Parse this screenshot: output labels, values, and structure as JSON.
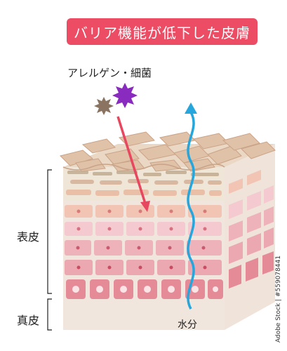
{
  "title": "バリア機能が低下した皮膚",
  "labels": {
    "allergens": "アレルゲン・細菌",
    "epidermis": "表皮",
    "dermis": "真皮",
    "water": "水分"
  },
  "watermark": "Adobe Stock | #559078441",
  "colors": {
    "title_bg": "#ec4c64",
    "arrow_in": "#e8485f",
    "arrow_water": "#25a6dc",
    "dermis": "#f1e6dd",
    "scale": "#e0c2a8",
    "cell_pink": "#e8a4ad",
    "cell_light": "#f4c9cf"
  },
  "icons": [
    "allergen-particle-brown-icon",
    "allergen-particle-purple-icon"
  ]
}
